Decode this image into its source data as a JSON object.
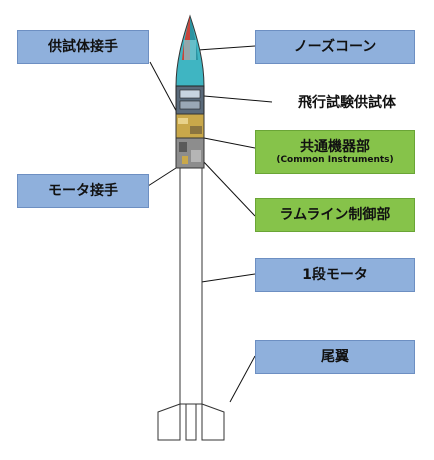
{
  "labels": {
    "test_adapter": "供試体接手",
    "nose_cone": "ノーズコーン",
    "flight_test_article": "飛行試験供試体",
    "common_equipment": "共通機器部",
    "common_equipment_en": "(Common Instruments)",
    "motor_adapter": "モータ接手",
    "ramline_control": "ラムライン制御部",
    "first_stage_motor": "1段モータ",
    "tail_fin": "尾翼"
  },
  "colors": {
    "blue_box": "#8fb0dc",
    "green_box": "#86c34a",
    "nose_teal": "#3fb5c2",
    "nose_red": "#d8392b",
    "outline": "#333333"
  }
}
